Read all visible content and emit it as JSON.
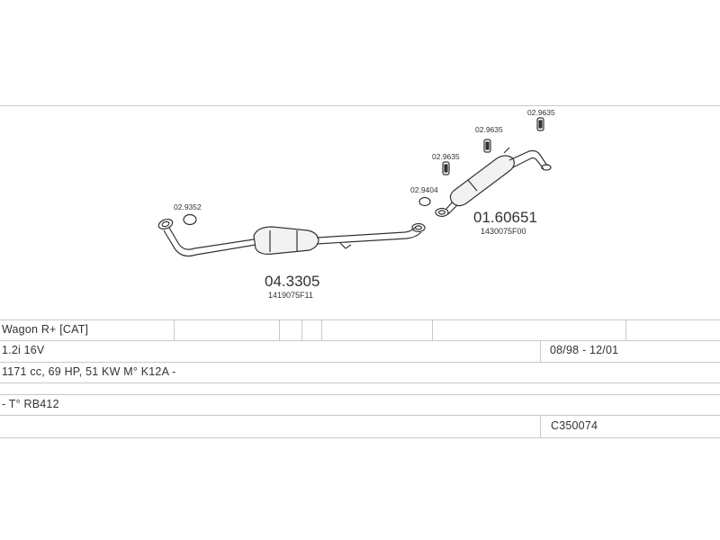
{
  "parts": {
    "cat_pipe": {
      "code": "04.3305",
      "oem": "1419075F11"
    },
    "rear_silencer": {
      "code": "01.60651",
      "oem": "1430075F00"
    }
  },
  "fittings": {
    "f1": "02.9352",
    "f2": "02.9404",
    "f3": "02.9635",
    "f4": "02.9635",
    "f5": "02.9635"
  },
  "table": {
    "row1": {
      "model": "Wagon R+  [CAT]"
    },
    "row2": {
      "engine": "1.2i 16V",
      "years": "08/98 - 12/01"
    },
    "row3": {
      "spec": "1171 cc, 69 HP, 51 KW M° K12A -"
    },
    "row4": {
      "chassis": "- T° RB412"
    },
    "row5": {
      "ref": "C350074"
    }
  },
  "colors": {
    "line": "#c8c8c8",
    "ink": "#333333"
  }
}
